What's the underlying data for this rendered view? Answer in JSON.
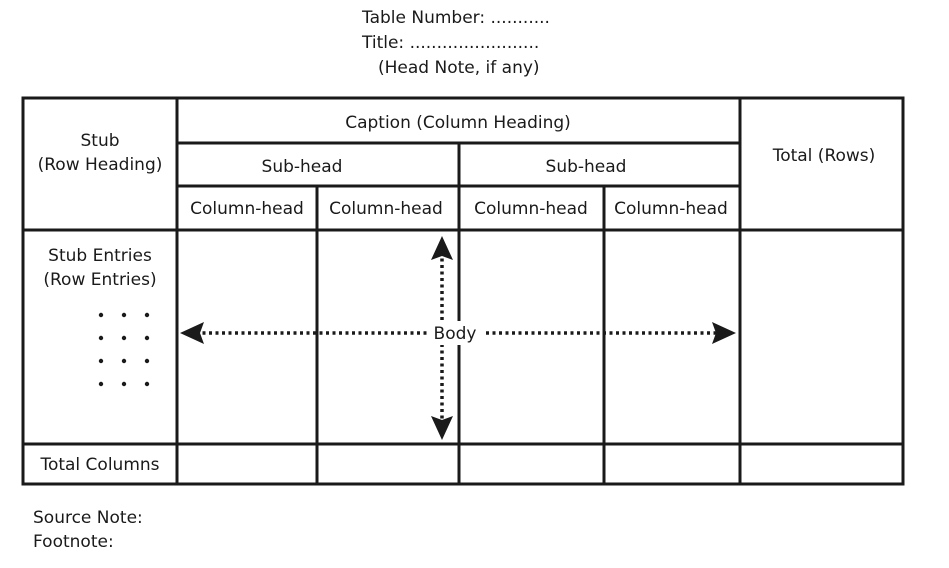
{
  "header": {
    "table_number": "Table Number: ...........",
    "title": "Title: ........................",
    "head_note": "(Head Note, if any)"
  },
  "table": {
    "stub": "Stub",
    "stub_sub": "(Row Heading)",
    "caption": "Caption (Column Heading)",
    "subheads": [
      "Sub-head",
      "Sub-head"
    ],
    "column_heads": [
      "Column-head",
      "Column-head",
      "Column-head",
      "Column-head"
    ],
    "total_rows": "Total (Rows)",
    "stub_entries": "Stub Entries",
    "row_entries": "(Row Entries)",
    "body": "Body",
    "total_columns": "Total Columns"
  },
  "notes": {
    "source_note": "Source Note:",
    "footnote": "Footnote:"
  }
}
